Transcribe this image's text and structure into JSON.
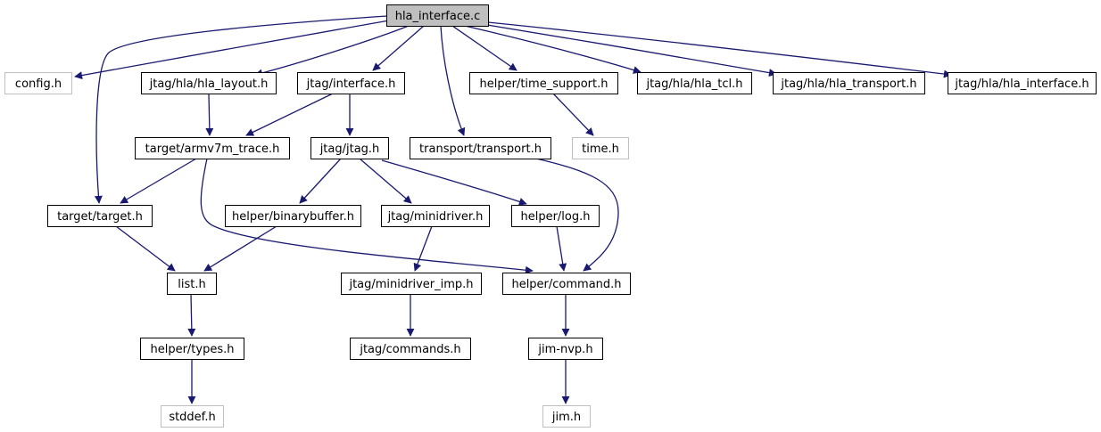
{
  "graph": {
    "colors": {
      "edge": "#191970",
      "border": "#000000",
      "border_missing": "#bfbfbf",
      "root_fill": "#bfbfbf",
      "fill": "#ffffff",
      "text": "#000000"
    },
    "nodes": [
      {
        "id": "root",
        "label": "hla_interface.c",
        "kind": "root"
      },
      {
        "id": "config_h",
        "label": "config.h",
        "kind": "missing"
      },
      {
        "id": "hla_layout_h",
        "label": "jtag/hla/hla_layout.h",
        "kind": "link"
      },
      {
        "id": "interface_h",
        "label": "jtag/interface.h",
        "kind": "link"
      },
      {
        "id": "time_support_h",
        "label": "helper/time_support.h",
        "kind": "link"
      },
      {
        "id": "hla_tcl_h",
        "label": "jtag/hla/hla_tcl.h",
        "kind": "link"
      },
      {
        "id": "hla_transport_h",
        "label": "jtag/hla/hla_transport.h",
        "kind": "link"
      },
      {
        "id": "hla_interface_h",
        "label": "jtag/hla/hla_interface.h",
        "kind": "link"
      },
      {
        "id": "armv7m_trace_h",
        "label": "target/armv7m_trace.h",
        "kind": "link"
      },
      {
        "id": "jtag_h",
        "label": "jtag/jtag.h",
        "kind": "link"
      },
      {
        "id": "transport_h",
        "label": "transport/transport.h",
        "kind": "link"
      },
      {
        "id": "time_h",
        "label": "time.h",
        "kind": "missing"
      },
      {
        "id": "target_h",
        "label": "target/target.h",
        "kind": "link"
      },
      {
        "id": "binarybuffer_h",
        "label": "helper/binarybuffer.h",
        "kind": "link"
      },
      {
        "id": "minidriver_h",
        "label": "jtag/minidriver.h",
        "kind": "link"
      },
      {
        "id": "log_h",
        "label": "helper/log.h",
        "kind": "link"
      },
      {
        "id": "list_h",
        "label": "list.h",
        "kind": "link"
      },
      {
        "id": "minidriver_imp_h",
        "label": "jtag/minidriver_imp.h",
        "kind": "link"
      },
      {
        "id": "command_h",
        "label": "helper/command.h",
        "kind": "link"
      },
      {
        "id": "types_h",
        "label": "helper/types.h",
        "kind": "link"
      },
      {
        "id": "commands_h",
        "label": "jtag/commands.h",
        "kind": "link"
      },
      {
        "id": "jim_nvp_h",
        "label": "jim-nvp.h",
        "kind": "link"
      },
      {
        "id": "stddef_h",
        "label": "stddef.h",
        "kind": "missing"
      },
      {
        "id": "jim_h",
        "label": "jim.h",
        "kind": "missing"
      }
    ],
    "edges": [
      {
        "from": "root",
        "to": "config_h"
      },
      {
        "from": "root",
        "to": "hla_layout_h"
      },
      {
        "from": "root",
        "to": "interface_h"
      },
      {
        "from": "root",
        "to": "time_support_h"
      },
      {
        "from": "root",
        "to": "hla_tcl_h"
      },
      {
        "from": "root",
        "to": "hla_transport_h"
      },
      {
        "from": "root",
        "to": "hla_interface_h"
      },
      {
        "from": "root",
        "to": "transport_h"
      },
      {
        "from": "root",
        "to": "target_h"
      },
      {
        "from": "hla_layout_h",
        "to": "armv7m_trace_h"
      },
      {
        "from": "interface_h",
        "to": "armv7m_trace_h"
      },
      {
        "from": "interface_h",
        "to": "jtag_h"
      },
      {
        "from": "time_support_h",
        "to": "time_h"
      },
      {
        "from": "armv7m_trace_h",
        "to": "target_h"
      },
      {
        "from": "armv7m_trace_h",
        "to": "command_h"
      },
      {
        "from": "jtag_h",
        "to": "binarybuffer_h"
      },
      {
        "from": "jtag_h",
        "to": "minidriver_h"
      },
      {
        "from": "jtag_h",
        "to": "log_h"
      },
      {
        "from": "transport_h",
        "to": "command_h"
      },
      {
        "from": "target_h",
        "to": "list_h"
      },
      {
        "from": "binarybuffer_h",
        "to": "list_h"
      },
      {
        "from": "minidriver_h",
        "to": "minidriver_imp_h"
      },
      {
        "from": "log_h",
        "to": "command_h"
      },
      {
        "from": "list_h",
        "to": "types_h"
      },
      {
        "from": "minidriver_imp_h",
        "to": "commands_h"
      },
      {
        "from": "command_h",
        "to": "jim_nvp_h"
      },
      {
        "from": "types_h",
        "to": "stddef_h"
      },
      {
        "from": "jim_nvp_h",
        "to": "jim_h"
      }
    ]
  }
}
